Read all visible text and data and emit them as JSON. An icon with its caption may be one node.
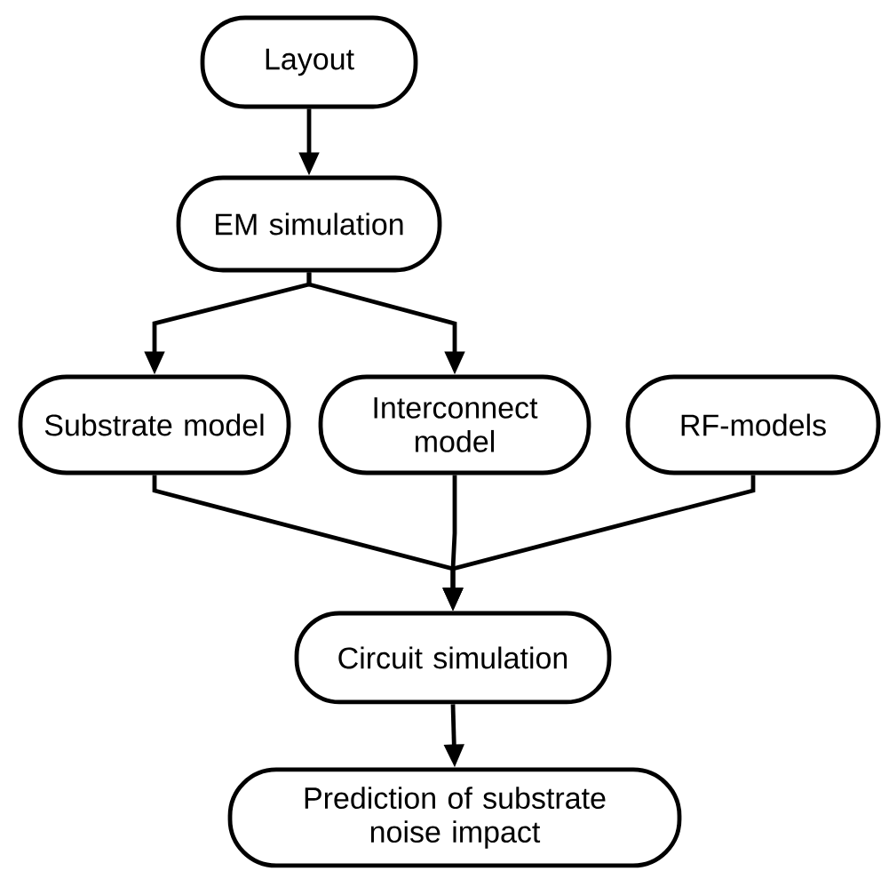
{
  "diagram": {
    "nodes": [
      {
        "text": [
          "Layout"
        ]
      },
      {
        "text": [
          "EM simulation"
        ]
      },
      {
        "text": [
          "Substrate model"
        ]
      },
      {
        "text": [
          "Interconnect model"
        ]
      },
      {
        "text": [
          "RF-models"
        ]
      },
      {
        "text": [
          "Circuit simulation"
        ]
      },
      {
        "text": [
          "Prediction of substrate noise impact"
        ]
      }
    ],
    "edges": [
      {
        "from": 0,
        "to": 1,
        "arrow": "to"
      },
      {
        "from": 1,
        "to": 2,
        "arrow": "to"
      },
      {
        "from": 1,
        "to": 3,
        "arrow": "to"
      },
      {
        "from": 2,
        "to": 5,
        "arrow": "to"
      },
      {
        "from": 3,
        "to": 5,
        "arrow": "to"
      },
      {
        "from": 4,
        "to": 5,
        "arrow": "to"
      },
      {
        "from": 5,
        "to": 6,
        "arrow": "to"
      }
    ]
  }
}
